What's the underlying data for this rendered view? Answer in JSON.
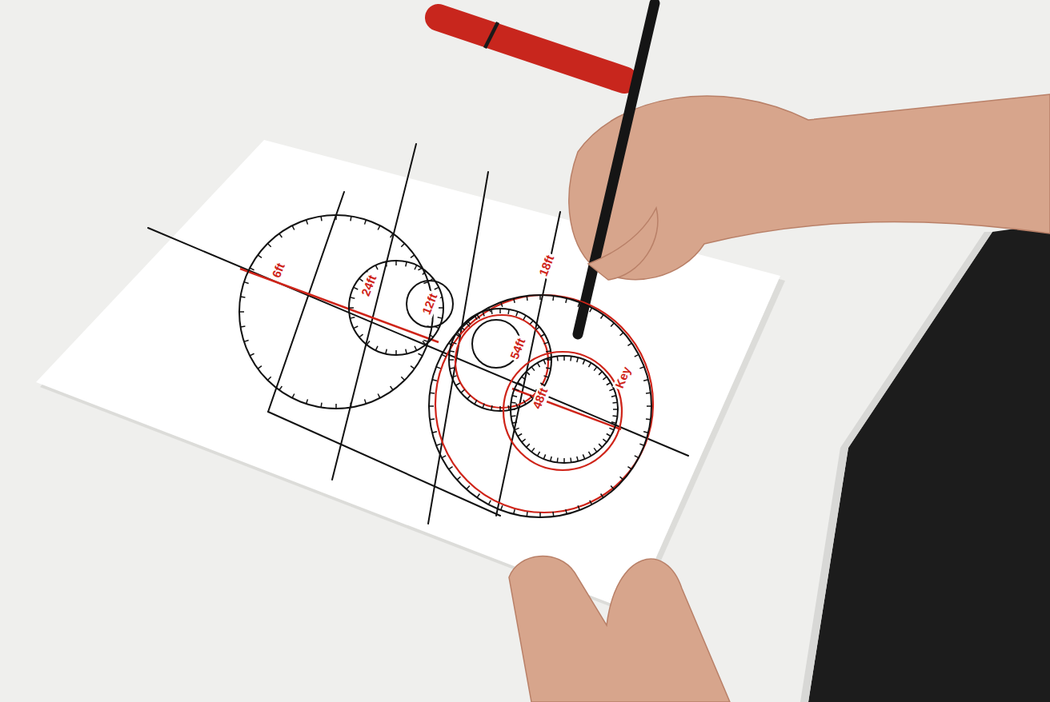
{
  "diagram": {
    "nodes": [
      {
        "text": [
          "6ft"
        ]
      },
      {
        "text": [
          "24ft"
        ],
        "in": 0
      },
      {
        "text": [
          "12ft"
        ],
        "in": 1
      },
      {
        "text": [
          "18ft",
          "Key"
        ]
      },
      {
        "text": [
          "54ft"
        ],
        "in": 3
      },
      {
        "text": [
          "48ft"
        ],
        "in": 3
      }
    ]
  }
}
